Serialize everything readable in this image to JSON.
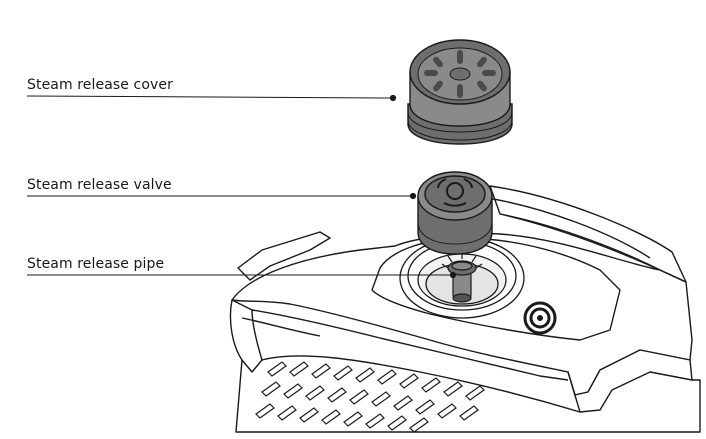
{
  "callouts": {
    "cover": "Steam release cover",
    "valve": "Steam release valve",
    "pipe": "Steam release pipe"
  },
  "colors": {
    "outline": "#1a1a1a",
    "part_gray": "#6e6e6e",
    "part_gray_dark": "#555555",
    "part_gray_light": "#8a8a8a",
    "body_white": "#ffffff"
  }
}
